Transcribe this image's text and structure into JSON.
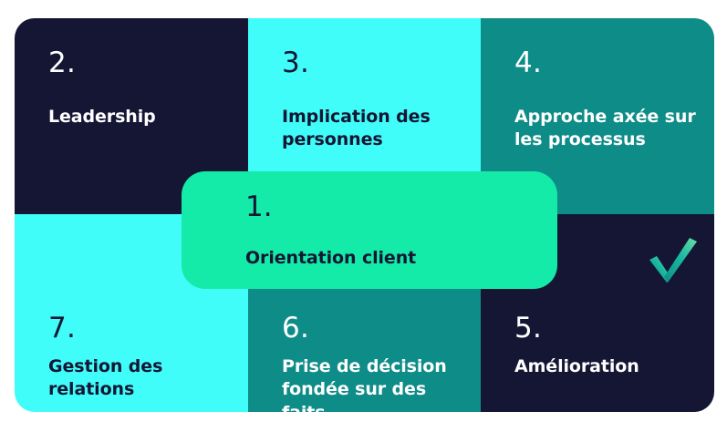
{
  "infographic": {
    "title_text": "",
    "colors": {
      "navy": "#141634",
      "cyan": "#40FDFA",
      "teal": "#0E8C87",
      "green": "#14EBA8",
      "white": "#FFFFFF",
      "logo_gradient_start": "#0E8C87",
      "logo_gradient_end": "#5FD6A4"
    },
    "center": {
      "number": "1.",
      "label": "Orientation client"
    },
    "cells": [
      {
        "number": "2.",
        "label": "Leadership",
        "bg": "navy",
        "fg": "white",
        "row": 1,
        "col": 1
      },
      {
        "number": "3.",
        "label": "Implication des personnes",
        "bg": "cyan",
        "fg": "navy",
        "row": 1,
        "col": 2
      },
      {
        "number": "4.",
        "label": "Approche axée sur les processus",
        "bg": "teal",
        "fg": "white",
        "row": 1,
        "col": 3
      },
      {
        "number": "7.",
        "label": "Gestion des relations",
        "bg": "cyan",
        "fg": "navy",
        "row": 2,
        "col": 1
      },
      {
        "number": "6.",
        "label": "Prise de décision fondée sur des faits",
        "bg": "teal",
        "fg": "white",
        "row": 2,
        "col": 2
      },
      {
        "number": "5.",
        "label": "Amélioration",
        "bg": "navy",
        "fg": "white",
        "row": 2,
        "col": 3
      }
    ],
    "logo": {
      "name": "checkmark-logo"
    }
  }
}
